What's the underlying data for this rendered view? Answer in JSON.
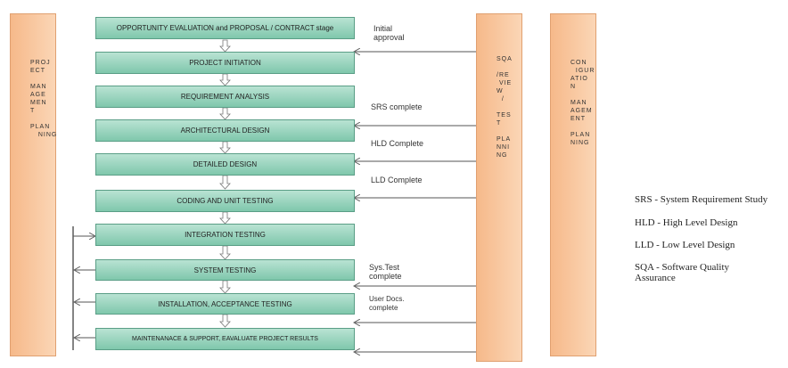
{
  "left_column": {
    "label": "PROJ\nECT\n\nMAN\nAGE\nMEN\nT\n\nPLAN\n   NING"
  },
  "sqa_column": {
    "label": "SQA\n\n/RE\n VIE\nW\n  /\n\nTES\nT\n\nPLA\nNNI\nNG"
  },
  "config_column": {
    "label": "CON\n  IGUR\nATIO\nN\n\nMAN\nAGEM\nENT\n\nPLAN\nNING"
  },
  "stages": [
    {
      "label": "OPPORTUNITY EVALUATION and PROPOSAL / CONTRACT stage"
    },
    {
      "label": "PROJECT INITIATION"
    },
    {
      "label": "REQUIREMENT  ANALYSIS"
    },
    {
      "label": "ARCHITECTURAL DESIGN"
    },
    {
      "label": "DETAILED  DESIGN"
    },
    {
      "label": "CODING AND  UNIT TESTING"
    },
    {
      "label": "INTEGRATION TESTING"
    },
    {
      "label": "SYSTEM    TESTING"
    },
    {
      "label": "INSTALLATION, ACCEPTANCE   TESTING"
    },
    {
      "label": "MAINTENANACE      &  SUPPORT, EAVALUATE PROJECT RESULTS"
    }
  ],
  "notes": [
    {
      "text": "Initial\napproval"
    },
    {
      "text": "SRS complete"
    },
    {
      "text": "HLD Complete"
    },
    {
      "text": "LLD Complete"
    },
    {
      "text": "Sys.Test\ncomplete"
    },
    {
      "text": "User Docs.\ncomplete"
    }
  ],
  "legend": [
    {
      "text": "SRS - System Requirement Study"
    },
    {
      "text": "HLD - High Level Design"
    },
    {
      "text": "LLD -  Low  Level Design"
    },
    {
      "text": "SQA - Software Quality Assurance"
    }
  ]
}
